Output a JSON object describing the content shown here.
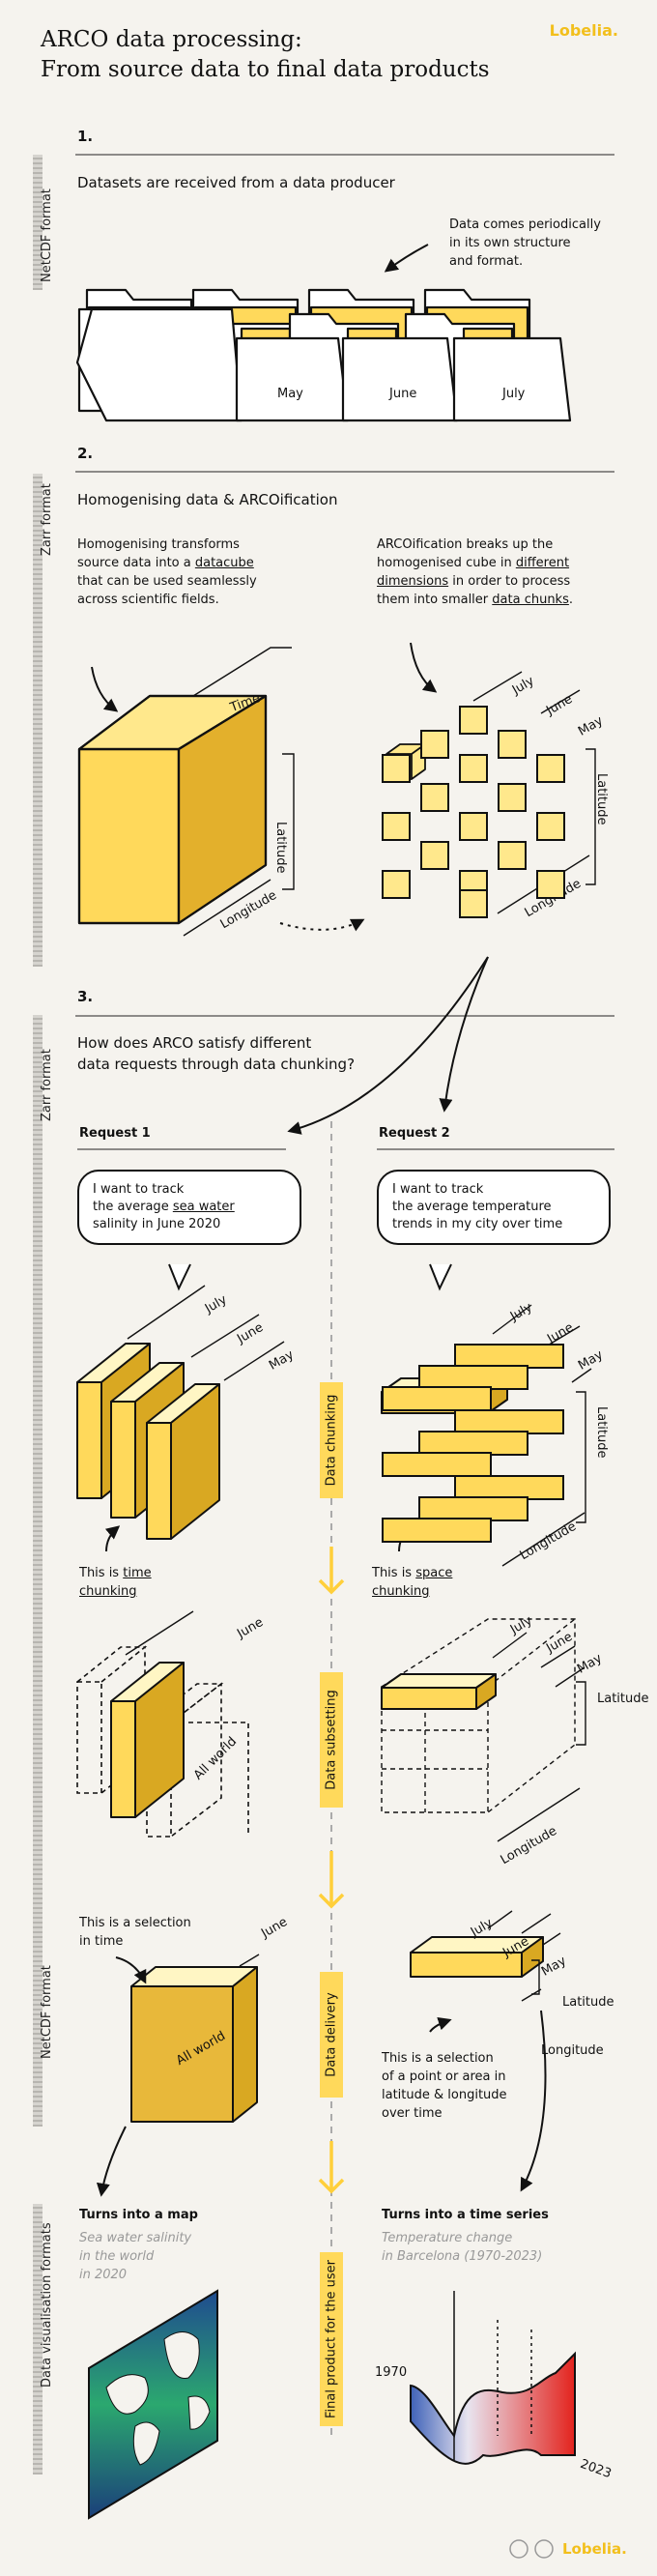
{
  "header": {
    "title_line1": "ARCO data processing:",
    "title_line2": "From source data to final data products",
    "logo": "Lobelia.",
    "footer_logo": "Lobelia."
  },
  "side_labels": {
    "s1": "NetCDF format",
    "s2": "Zarr format",
    "s3": "Zarr format",
    "s4": "NetCDF format",
    "s5": "Data visualisation formats"
  },
  "step1": {
    "number": "1.",
    "heading": "Datasets are received from a data producer",
    "note": [
      "Data comes periodically",
      "in its own structure",
      "and format."
    ],
    "folders": [
      "May",
      "June",
      "July"
    ]
  },
  "step2": {
    "number": "2.",
    "heading": "Homogenising data & ARCOification",
    "left_text": [
      "Homogenising transforms",
      "source data into a",
      "datacube",
      "that can be used seamlessly",
      "across scientific fields."
    ],
    "right_text": [
      "ARCOification breaks up the",
      "homogenised cube in",
      "different",
      "dimensions",
      "in order to process",
      "them into smaller",
      "data chunks",
      "."
    ],
    "cube_labels": {
      "time": "Time",
      "latitude": "Latitude",
      "longitude": "Longitude"
    },
    "chunk_labels": {
      "july": "July",
      "june": "June",
      "may": "May",
      "latitude": "Latitude",
      "longitude": "Longitude"
    }
  },
  "step3": {
    "number": "3.",
    "heading_line1": "How does ARCO satisfy different",
    "heading_line2": "data requests through data chunking?",
    "request1": "Request 1",
    "request2": "Request 2",
    "bubble1": [
      "I want to track",
      "the average",
      "sea water",
      "salinity in June 2020"
    ],
    "bubble2": [
      "I want to track",
      "the average temperature",
      "trends in my city over time"
    ],
    "chunk1_labels": {
      "july": "July",
      "june": "June",
      "may": "May"
    },
    "chunk2_labels": {
      "july": "July",
      "june": "June",
      "may": "May",
      "latitude": "Latitude",
      "longitude": "Longitude"
    },
    "time_note": [
      "This is",
      "time",
      "chunking"
    ],
    "space_note": [
      "This is",
      "space",
      "chunking"
    ],
    "bars": [
      "Data chunking",
      "Data subsetting",
      "Data delivery",
      "Final product for the user"
    ],
    "subset1_labels": {
      "june": "June",
      "all_world": "All world"
    },
    "subset2_labels": {
      "july": "July",
      "june": "June",
      "may": "May",
      "latitude": "Latitude",
      "longitude": "Longitude"
    }
  },
  "delivery": {
    "sel_time": [
      "This is a selection",
      "in time"
    ],
    "slab_june": "June",
    "slab_all_world": "All world",
    "bar_labels": {
      "july": "July",
      "june": "June",
      "may": "May",
      "latitude": "Latitude",
      "longitude": "Longitude"
    },
    "sel_point": [
      "This is a selection",
      "of a point or area in",
      "latitude & longitude",
      "over time"
    ]
  },
  "products": {
    "map_title": "Turns into a map",
    "map_sub": [
      "Sea water salinity",
      "in the world",
      "in 2020"
    ],
    "ts_title": "Turns into a time series",
    "ts_sub": [
      "Temperature change",
      "in Barcelona (1970-2023)"
    ],
    "ts_start": "1970",
    "ts_end": "2023"
  },
  "colors": {
    "yellow": "#ffd95b",
    "yellow_dark": "#d9a822",
    "yellow_top": "#fff6c4",
    "accent": "#f2bf1c"
  }
}
